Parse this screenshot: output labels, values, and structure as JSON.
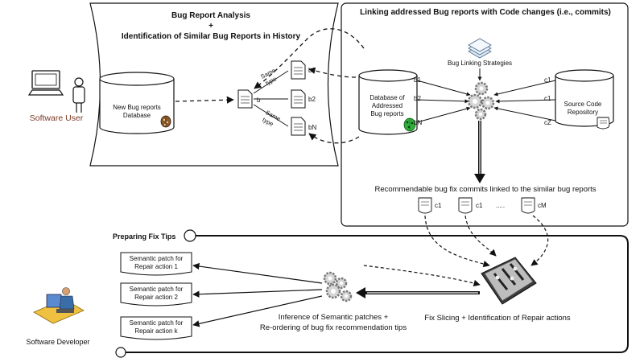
{
  "left_panel": {
    "title_line1": "Bug Report Analysis",
    "title_line2": "+",
    "title_line3": "Identification of Similar Bug Reports in History"
  },
  "right_panel": {
    "title": "Linking addressed Bug reports with Code changes (i.e., commits)"
  },
  "actors": {
    "software_user": "Software User",
    "software_developer": "Software Developer"
  },
  "databases": {
    "new_bug_reports_line1": "New Bug reports",
    "new_bug_reports_line2": "Database",
    "addressed_line1": "Database of",
    "addressed_line2": "Addressed",
    "addressed_line3": "Bug reports",
    "source_code_line1": "Source Code",
    "source_code_line2": "Repository"
  },
  "bug_nodes": {
    "b": "b",
    "b1": "b1",
    "b2": "b2",
    "bN": "bN"
  },
  "same_type": {
    "line1": "Same",
    "line2": "type"
  },
  "db_edges": {
    "b1": "b1",
    "b2": "b2",
    "bN": "bN",
    "c1a": "c1",
    "c1b": "c1",
    "cZ": "cZ"
  },
  "strategies_label": "Bug Linking Strategies",
  "recommendable_label": "Recommendable bug fix commits linked to the similar bug reports",
  "commits": {
    "c1a": "c1",
    "c1b": "c1",
    "dots": ".....",
    "cM": "cM"
  },
  "fix_tips": {
    "heading": "Preparing Fix Tips",
    "fix_slicing": "Fix Slicing + Identification of Repair actions",
    "inference_line1": "Inference of Semantic patches +",
    "inference_line2": "Re-ordering of bug fix recommendation tips"
  },
  "patches": [
    {
      "line1": "Semantic patch for",
      "line2": "Repair action 1"
    },
    {
      "line1": "Semantic patch for",
      "line2": "Repair action 2"
    },
    {
      "line1": "Semantic patch for",
      "line2": "Repair action k"
    }
  ],
  "colors": {
    "user_label": "#7a3b24",
    "bug_brown": "#8b5a2b",
    "bug_green": "#2fae3c",
    "stroke": "#111111"
  }
}
